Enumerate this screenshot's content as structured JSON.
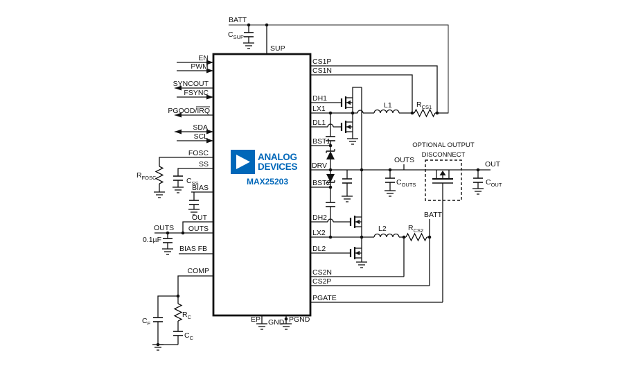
{
  "colors": {
    "adi_blue": "#0067B9",
    "wire": "#111111"
  },
  "chip": {
    "brand_line1": "ANALOG",
    "brand_line2": "DEVICES",
    "part": "MAX25203"
  },
  "top": {
    "batt": "BATT",
    "sup": "SUP",
    "c_sup": {
      "main": "C",
      "sub": "SUP"
    }
  },
  "left": {
    "en": "EN",
    "pwm": "PWM",
    "syncout": "SYNCOUT",
    "fsync": "FSYNC",
    "pgood_prefix": "PGOOD/",
    "pgood_irq": "IRQ",
    "sda": "SDA",
    "scl": "SCL",
    "fosc": "FOSC",
    "ss": "SS",
    "bias": "BIAS",
    "out": "OUT",
    "outs_pin": "OUTS",
    "outs_net": "OUTS",
    "bias_net": "BIAS",
    "fb": "FB",
    "comp": "COMP",
    "cap_value": "0.1µF",
    "r_fosc": {
      "main": "R",
      "sub": "FOSC"
    },
    "c_ss": {
      "main": "C",
      "sub": "SS"
    },
    "c_f": {
      "main": "C",
      "sub": "F"
    },
    "r_c": {
      "main": "R",
      "sub": "C"
    },
    "c_c": {
      "main": "C",
      "sub": "C"
    }
  },
  "right": {
    "cs1p": "CS1P",
    "cs1n": "CS1N",
    "dh1": "DH1",
    "lx1": "LX1",
    "dl1": "DL1",
    "bst1": "BST1",
    "drv": "DRV",
    "bst2": "BST2",
    "dh2": "DH2",
    "lx2": "LX2",
    "dl2": "DL2",
    "cs2n": "CS2N",
    "cs2p": "CS2P",
    "pgate": "PGATE",
    "l1": "L1",
    "l2": "L2",
    "r_cs1": {
      "main": "R",
      "sub": "CS1"
    },
    "r_cs2": {
      "main": "R",
      "sub": "CS2"
    },
    "c_outs": {
      "main": "C",
      "sub": "OUTS"
    },
    "c_out": {
      "main": "C",
      "sub": "OUT"
    },
    "outs_net": "OUTS",
    "out_net": "OUT",
    "batt_net": "BATT",
    "disconnect_line1": "OPTIONAL OUTPUT",
    "disconnect_line2": "DISCONNECT"
  },
  "bottom": {
    "ep": "EP",
    "gnd": "GND",
    "pgnd": "PGND"
  }
}
